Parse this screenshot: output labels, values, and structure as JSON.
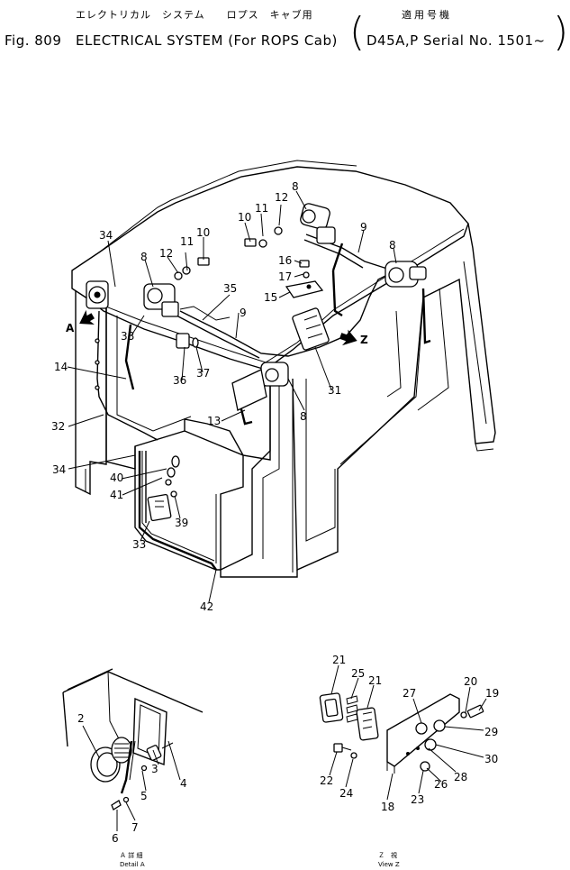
{
  "header": {
    "jp_title": "エレクトリカル　システム　　ロプス　キャブ用",
    "jp_applicability": "適用号機",
    "fig_no": "Fig. 809",
    "title": "ELECTRICAL SYSTEM (For ROPS Cab)",
    "applicability": "D45A,P Serial No. 1501~"
  },
  "view_markers": {
    "a": "A",
    "z": "Z"
  },
  "callouts": [
    "34",
    "8",
    "12",
    "11",
    "10",
    "10",
    "11",
    "12",
    "8",
    "9",
    "8",
    "16",
    "17",
    "15",
    "35",
    "9",
    "38",
    "14",
    "36",
    "37",
    "31",
    "13",
    "8",
    "32",
    "34",
    "40",
    "41",
    "39",
    "33",
    "42",
    "2",
    "3",
    "4",
    "5",
    "6",
    "7",
    "21",
    "25",
    "21",
    "27",
    "20",
    "19",
    "29",
    "30",
    "28",
    "26",
    "23",
    "22",
    "24",
    "18"
  ],
  "sub_captions": {
    "detail_a_jp": "Ａ 詳 細",
    "detail_a_en": "Detail  A",
    "view_z_jp": "Ｚ　視",
    "view_z_en": "View  Z"
  }
}
